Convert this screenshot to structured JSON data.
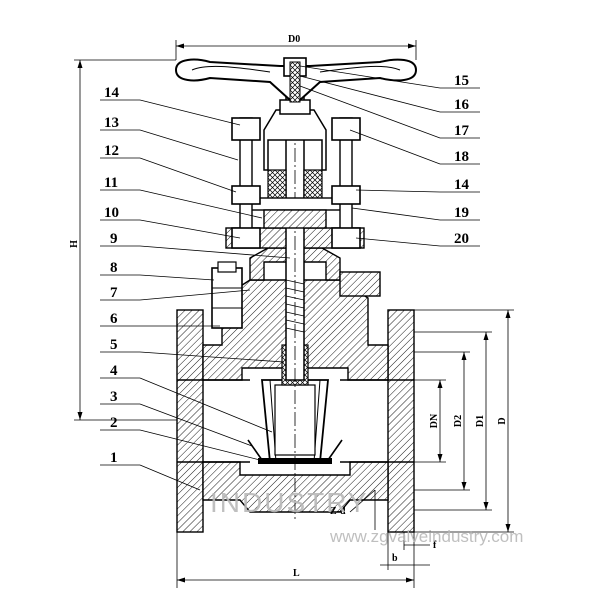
{
  "part_numbers": {
    "left": [
      "14",
      "13",
      "12",
      "11",
      "10",
      "9",
      "8",
      "7",
      "6",
      "5",
      "4",
      "3",
      "2",
      "1"
    ],
    "right": [
      "15",
      "16",
      "17",
      "18",
      "14",
      "19",
      "20"
    ]
  },
  "dimensions": {
    "handwheel_dia": "D0",
    "height": "H",
    "inner_dia": "DN",
    "d2": "D2",
    "d1": "D1",
    "d": "D",
    "length": "L",
    "bolt_holes": "Z-d",
    "flange_thickness": "b",
    "raised_face": "f"
  },
  "watermark": {
    "brand": "INDUSTRY",
    "url": "www.zgvalveindustry.com"
  }
}
